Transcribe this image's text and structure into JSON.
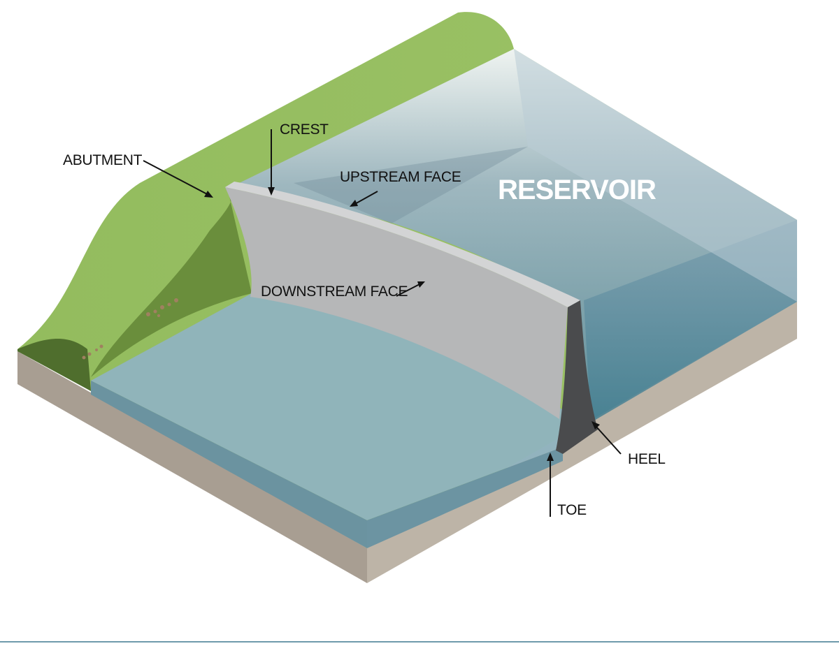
{
  "labels": {
    "abutment": "ABUTMENT",
    "crest": "CREST",
    "upstream_face": "UPSTREAM FACE",
    "reservoir": "RESERVOIR",
    "downstream_face": "DOWNSTREAM FACE",
    "heel": "HEEL",
    "toe": "TOE"
  },
  "colors": {
    "grass": "#93bc5e",
    "grass_dark": "#6a8e3c",
    "earth": "#a99f93",
    "earth_side": "#bcb3a6",
    "dam": "#b7b8b9",
    "dam_section": "#4a4b4d",
    "water_downstream": "#8fb3bf",
    "water_reservoir": "#5f8f9f",
    "footer_rule": "#6e9aab"
  }
}
